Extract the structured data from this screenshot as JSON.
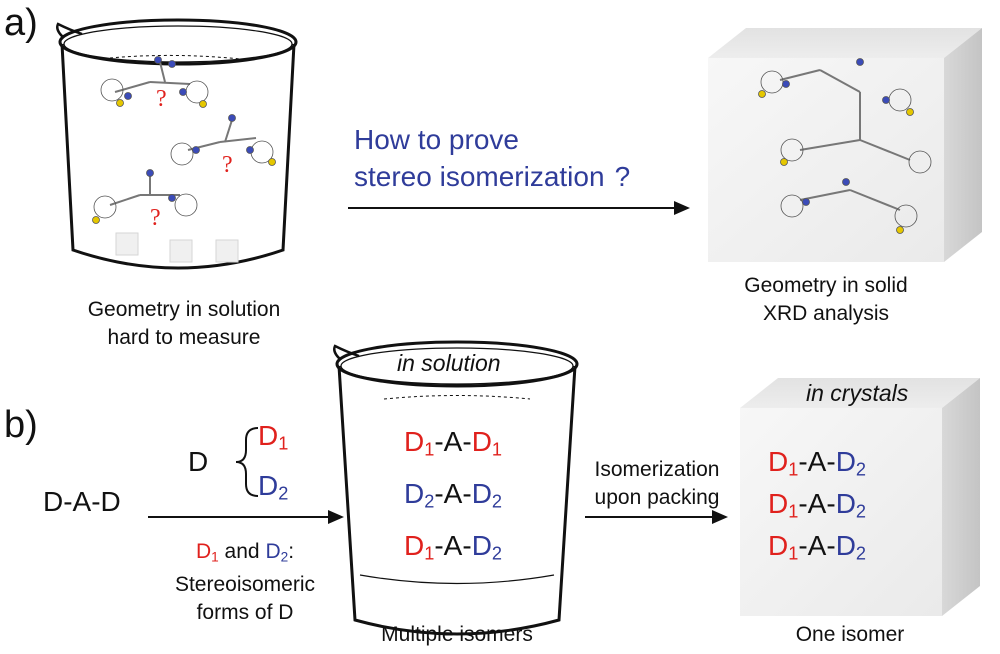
{
  "panel_a": {
    "label": "a)",
    "question_line1": "How to prove",
    "question_line2": "stereo isomerization",
    "question_mark": "?",
    "beaker_caption_line1": "Geometry in solution",
    "beaker_caption_line2": "hard to measure",
    "beaker_marks": [
      "?",
      "?",
      "?"
    ],
    "cube_caption_line1": "Geometry in solid",
    "cube_caption_line2": "XRD analysis"
  },
  "panel_b": {
    "label": "b)",
    "dad": "D-A-D",
    "d": "D",
    "d1": {
      "main": "D",
      "sub": "1"
    },
    "d2": {
      "main": "D",
      "sub": "2"
    },
    "note_line1_and": "and",
    "note_line1_colon": ":",
    "note_line2": "Stereoisomeric",
    "note_line3": "forms of D",
    "beaker_label": "in solution",
    "beaker_caption": "Multiple isomers",
    "arrow_line1": "Isomerization",
    "arrow_line2": "upon packing",
    "cube_label": "in crystals",
    "cube_caption": "One isomer",
    "dash_a_dash": "-A-"
  },
  "colors": {
    "red": "#e0211d",
    "blue": "#2f3c9a"
  }
}
